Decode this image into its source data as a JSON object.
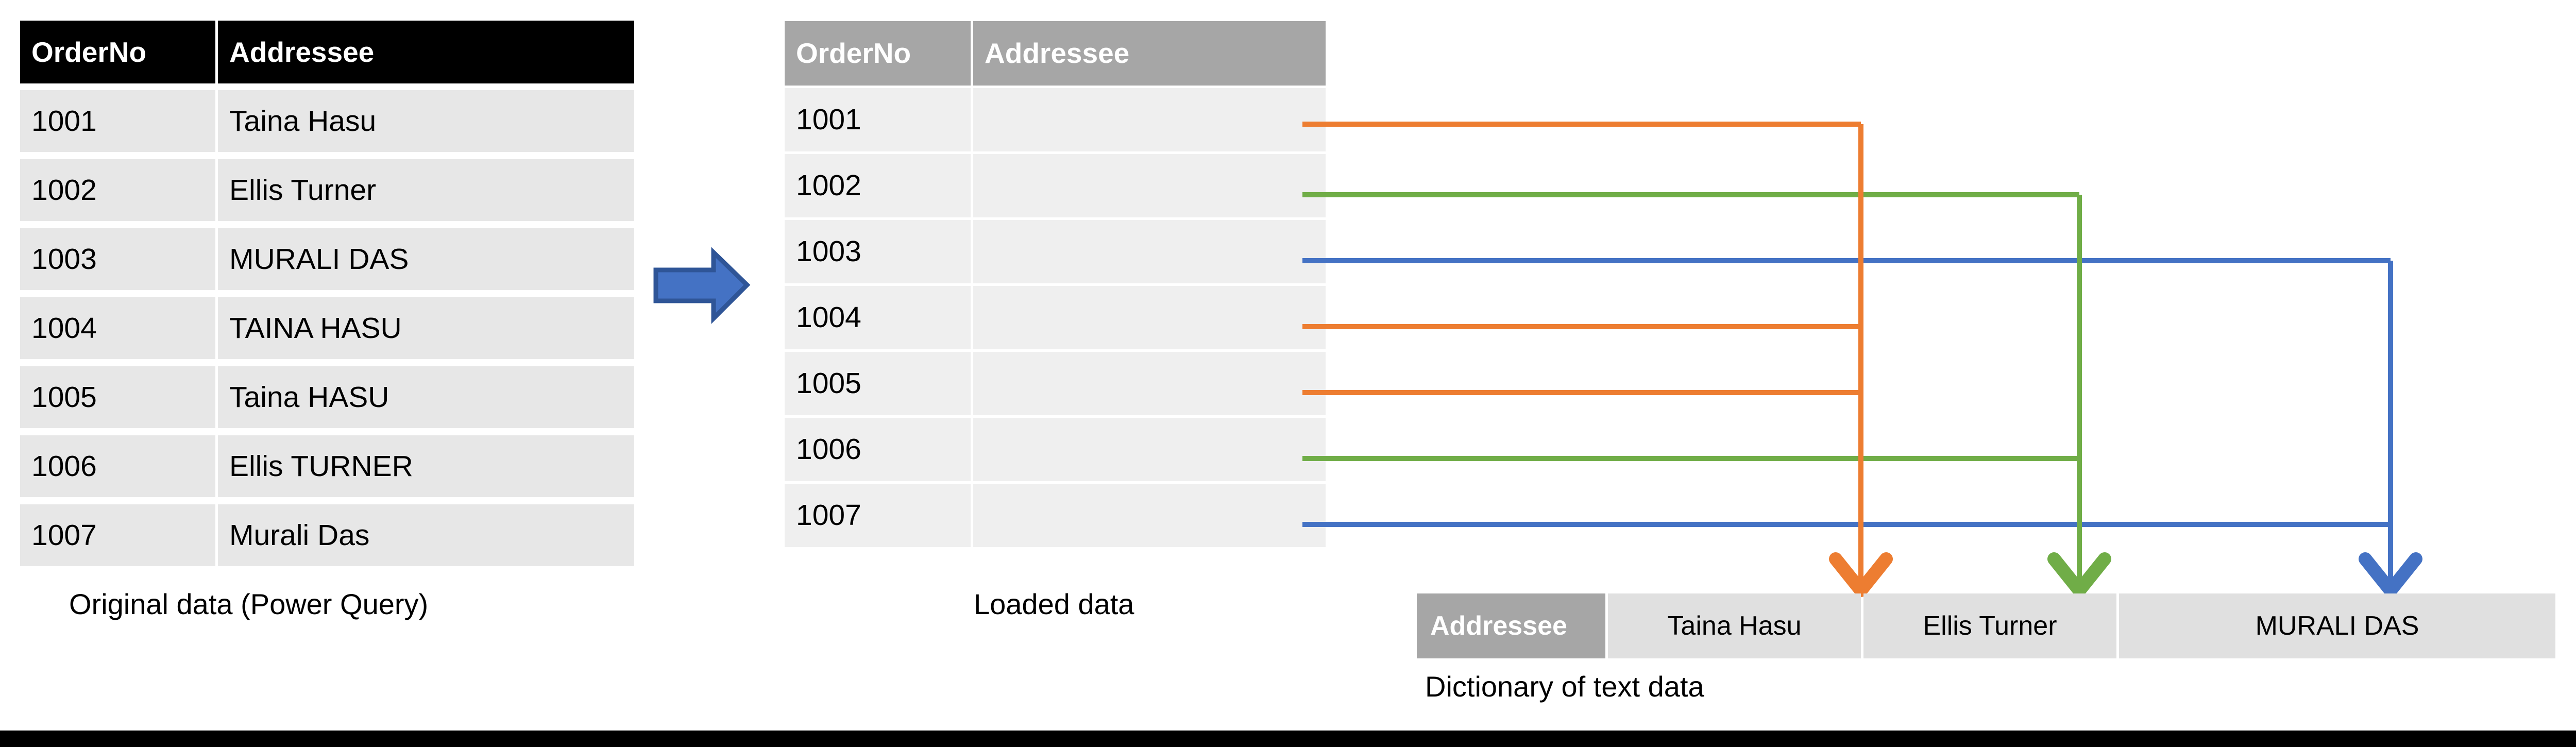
{
  "slide": {
    "background": "#ffffff",
    "bottom_bar_color": "#000000"
  },
  "original_table": {
    "caption": "Original data (Power Query)",
    "header_bg": "#000000",
    "header_fg": "#ffffff",
    "row_bg": "#e7e7e7",
    "columns": [
      "OrderNo",
      "Addressee"
    ],
    "rows": [
      {
        "order_no": "1001",
        "addressee": "Taina Hasu"
      },
      {
        "order_no": "1002",
        "addressee": "Ellis Turner"
      },
      {
        "order_no": "1003",
        "addressee": "MURALI DAS"
      },
      {
        "order_no": "1004",
        "addressee": "TAINA HASU"
      },
      {
        "order_no": "1005",
        "addressee": "Taina HASU"
      },
      {
        "order_no": "1006",
        "addressee": "Ellis TURNER"
      },
      {
        "order_no": "1007",
        "addressee": "Murali Das"
      }
    ]
  },
  "transform_arrow": {
    "icon": "right-block-arrow-icon",
    "fill": "#4472c4",
    "stroke": "#2f5597"
  },
  "loaded_table": {
    "caption": "Loaded data",
    "header_bg": "#a6a6a6",
    "header_fg": "#ffffff",
    "row_bg": "#efefef",
    "columns": [
      "OrderNo",
      "Addressee"
    ],
    "rows": [
      {
        "order_no": "1001",
        "addressee": ""
      },
      {
        "order_no": "1002",
        "addressee": ""
      },
      {
        "order_no": "1003",
        "addressee": ""
      },
      {
        "order_no": "1004",
        "addressee": ""
      },
      {
        "order_no": "1005",
        "addressee": ""
      },
      {
        "order_no": "1006",
        "addressee": ""
      },
      {
        "order_no": "1007",
        "addressee": ""
      }
    ]
  },
  "dictionary_table": {
    "caption": "Dictionary of text data",
    "header_label": "Addressee",
    "header_bg": "#a6a6a6",
    "header_fg": "#ffffff",
    "cell_bg": "#e0e0e0",
    "values": [
      "Taina Hasu",
      "Ellis Turner",
      "MURALI DAS"
    ]
  },
  "connectors": {
    "colors": {
      "orange": "#ed7d31",
      "green": "#70ad47",
      "blue": "#4472c4"
    },
    "stroke_width": 10,
    "mapping": [
      {
        "from_row": "1001",
        "to_value": "Taina Hasu",
        "color": "#ed7d31"
      },
      {
        "from_row": "1002",
        "to_value": "Ellis Turner",
        "color": "#70ad47"
      },
      {
        "from_row": "1003",
        "to_value": "MURALI DAS",
        "color": "#4472c4"
      },
      {
        "from_row": "1004",
        "to_value": "Taina Hasu",
        "color": "#ed7d31"
      },
      {
        "from_row": "1005",
        "to_value": "Taina Hasu",
        "color": "#ed7d31"
      },
      {
        "from_row": "1006",
        "to_value": "Ellis Turner",
        "color": "#70ad47"
      },
      {
        "from_row": "1007",
        "to_value": "MURALI DAS",
        "color": "#4472c4"
      }
    ]
  }
}
